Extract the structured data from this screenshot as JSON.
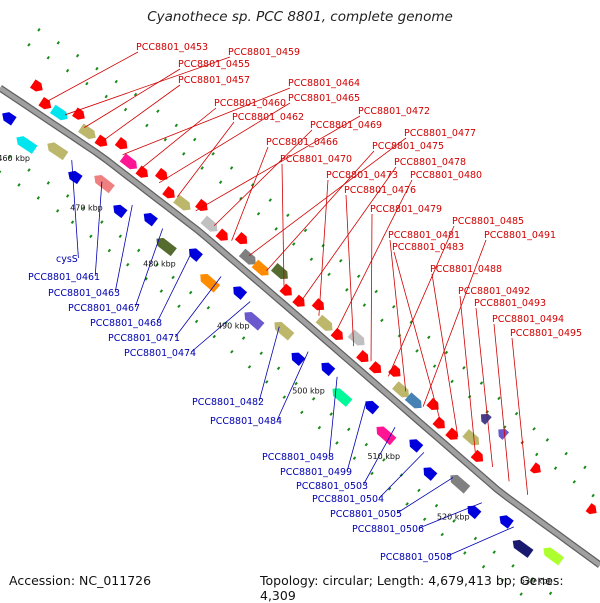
{
  "map": {
    "title": "Cyanothece sp. PCC 8801, complete genome",
    "accession_label": "Accession: NC_011726",
    "summary_label": "Topology: circular; Length: 4,679,413 bp; Genes: 4,309",
    "colors": {
      "backbone": "#a0a0a0",
      "backbone_edge": "#606060",
      "forward_label": "#d00000",
      "reverse_label": "#0000b0",
      "forward_gene": "#ff0000",
      "reverse_gene": "#0000dd",
      "tick": "#1a8a1a"
    },
    "scale_labels": [
      "460 kbp",
      "470 kbp",
      "480 kbp",
      "490 kbp",
      "500 kbp",
      "510 kbp",
      "520 kbp",
      "530 kbp"
    ],
    "forward_genes": [
      "PCC8801_0453",
      "PCC8801_0459",
      "PCC8801_0455",
      "PCC8801_0457",
      "PCC8801_0464",
      "PCC8801_0460",
      "PCC8801_0465",
      "PCC8801_0462",
      "PCC8801_0472",
      "PCC8801_0469",
      "PCC8801_0466",
      "PCC8801_0477",
      "PCC8801_0475",
      "PCC8801_0470",
      "PCC8801_0478",
      "PCC8801_0473",
      "PCC8801_0480",
      "PCC8801_0476",
      "PCC8801_0479",
      "PCC8801_0485",
      "PCC8801_0481",
      "PCC8801_0491",
      "PCC8801_0483",
      "PCC8801_0488",
      "PCC8801_0492",
      "PCC8801_0493",
      "PCC8801_0494",
      "PCC8801_0495"
    ],
    "reverse_genes": [
      "cysS",
      "PCC8801_0461",
      "PCC8801_0463",
      "PCC8801_0467",
      "PCC8801_0468",
      "PCC8801_0471",
      "PCC8801_0474",
      "PCC8801_0482",
      "PCC8801_0484",
      "PCC8801_0498",
      "PCC8801_0499",
      "PCC8801_0503",
      "PCC8801_0504",
      "PCC8801_0505",
      "PCC8801_0506",
      "PCC8801_0508"
    ]
  }
}
